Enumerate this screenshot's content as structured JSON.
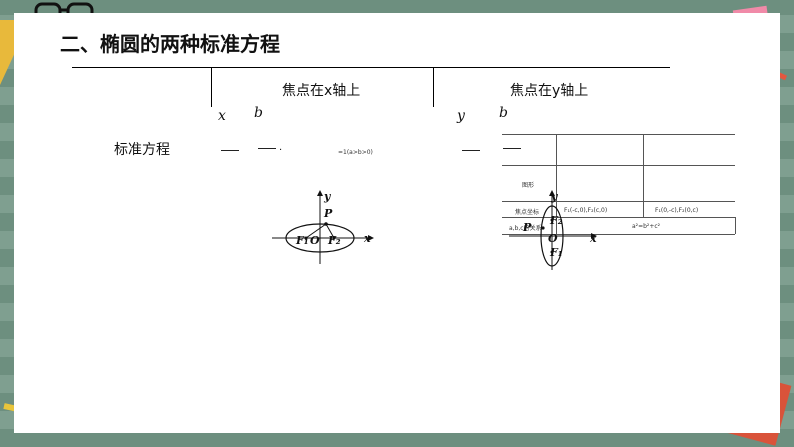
{
  "title": "二、椭圆的两种标准方程",
  "headers": {
    "col_x": "焦点在x轴上",
    "col_y": "焦点在y轴上"
  },
  "row_label": "标准方程",
  "formula_frags": {
    "x_num": "x",
    "x_den": "b",
    "y_num": "y",
    "y_den": "b",
    "period": ".",
    "condition": "=1(a>b>0)"
  },
  "mini_table": {
    "row_shape": "图形",
    "row_focus": "焦点坐标",
    "focus_x": "F₁(-c,0),F₂(c,0)",
    "focus_y": "F₁(0,-c),F₂(0,c)",
    "row_abc": "a,b,c的关系",
    "abc_value": "a²=b²+c²"
  },
  "graph_x": {
    "x_axis": "x",
    "y_axis": "y",
    "P": "P",
    "F1": "F₁",
    "O": "O",
    "F2": "F₂"
  },
  "graph_y": {
    "x_axis": "x",
    "y_axis": "y",
    "P": "P",
    "F1": "F₁",
    "O": "O",
    "F2": "F₂"
  }
}
